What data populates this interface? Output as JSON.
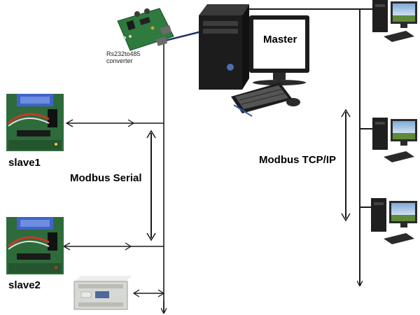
{
  "labels": {
    "converter": "Rs232to485 converter",
    "master": "Master",
    "slave1": "slave1",
    "slave2": "slave2",
    "modbus_serial": "Modbus Serial",
    "modbus_tcpip": "Modbus TCP/IP"
  },
  "colors": {
    "bus_line": "#1a1a1a",
    "converter_link": "#1f2f6b",
    "pc_body": "#1c1c1c",
    "board_green": "#2e6b3a",
    "lcd_blue": "#3f63c8",
    "plc_body": "#d6d8d4",
    "screen_scene_sky": "#8fb6e0",
    "screen_scene_grass": "#5e8a3a"
  },
  "icons": {
    "converter": "converter-board-icon",
    "master": "desktop-computer-icon",
    "slave_board": "microcontroller-board-icon",
    "plc": "plc-device-icon",
    "tcp_nodes": "desktop-computer-icon"
  }
}
